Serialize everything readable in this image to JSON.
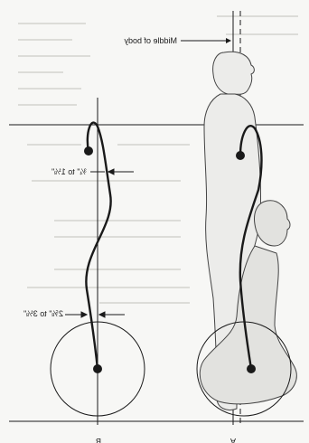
{
  "labels": {
    "middle_of_body": "Middle of body",
    "upper_gap": "¾\" to 1⅛\"",
    "lower_gap": "2⅝\" to 3⅛\"",
    "figure_b": "B",
    "figure_a": "A"
  },
  "colors": {
    "ink": "#1a1a1a",
    "paper": "#f7f7f5",
    "faint_bleed": "#d8d8d4"
  }
}
